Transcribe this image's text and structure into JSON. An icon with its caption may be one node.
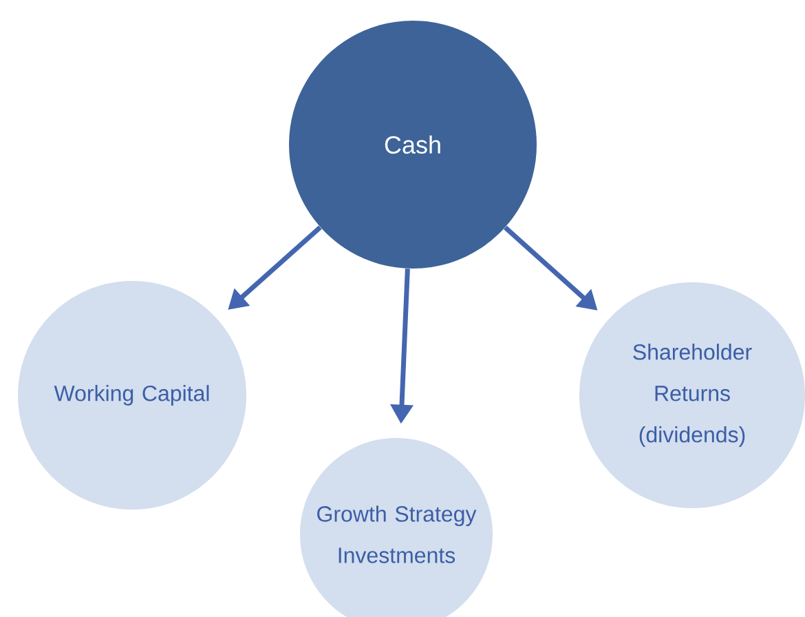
{
  "diagram": {
    "nodes": [
      {
        "text": [
          "Cash"
        ]
      },
      {
        "text": [
          "Working Capital"
        ]
      },
      {
        "text": [
          "Growth Strategy Investments"
        ]
      },
      {
        "text": [
          "Shareholder Returns (dividends)"
        ]
      }
    ],
    "edges": [
      {
        "from": 0,
        "to": 1,
        "arrow": "to"
      },
      {
        "from": 0,
        "to": 2,
        "arrow": "to"
      },
      {
        "from": 0,
        "to": 3,
        "arrow": "to"
      }
    ]
  }
}
